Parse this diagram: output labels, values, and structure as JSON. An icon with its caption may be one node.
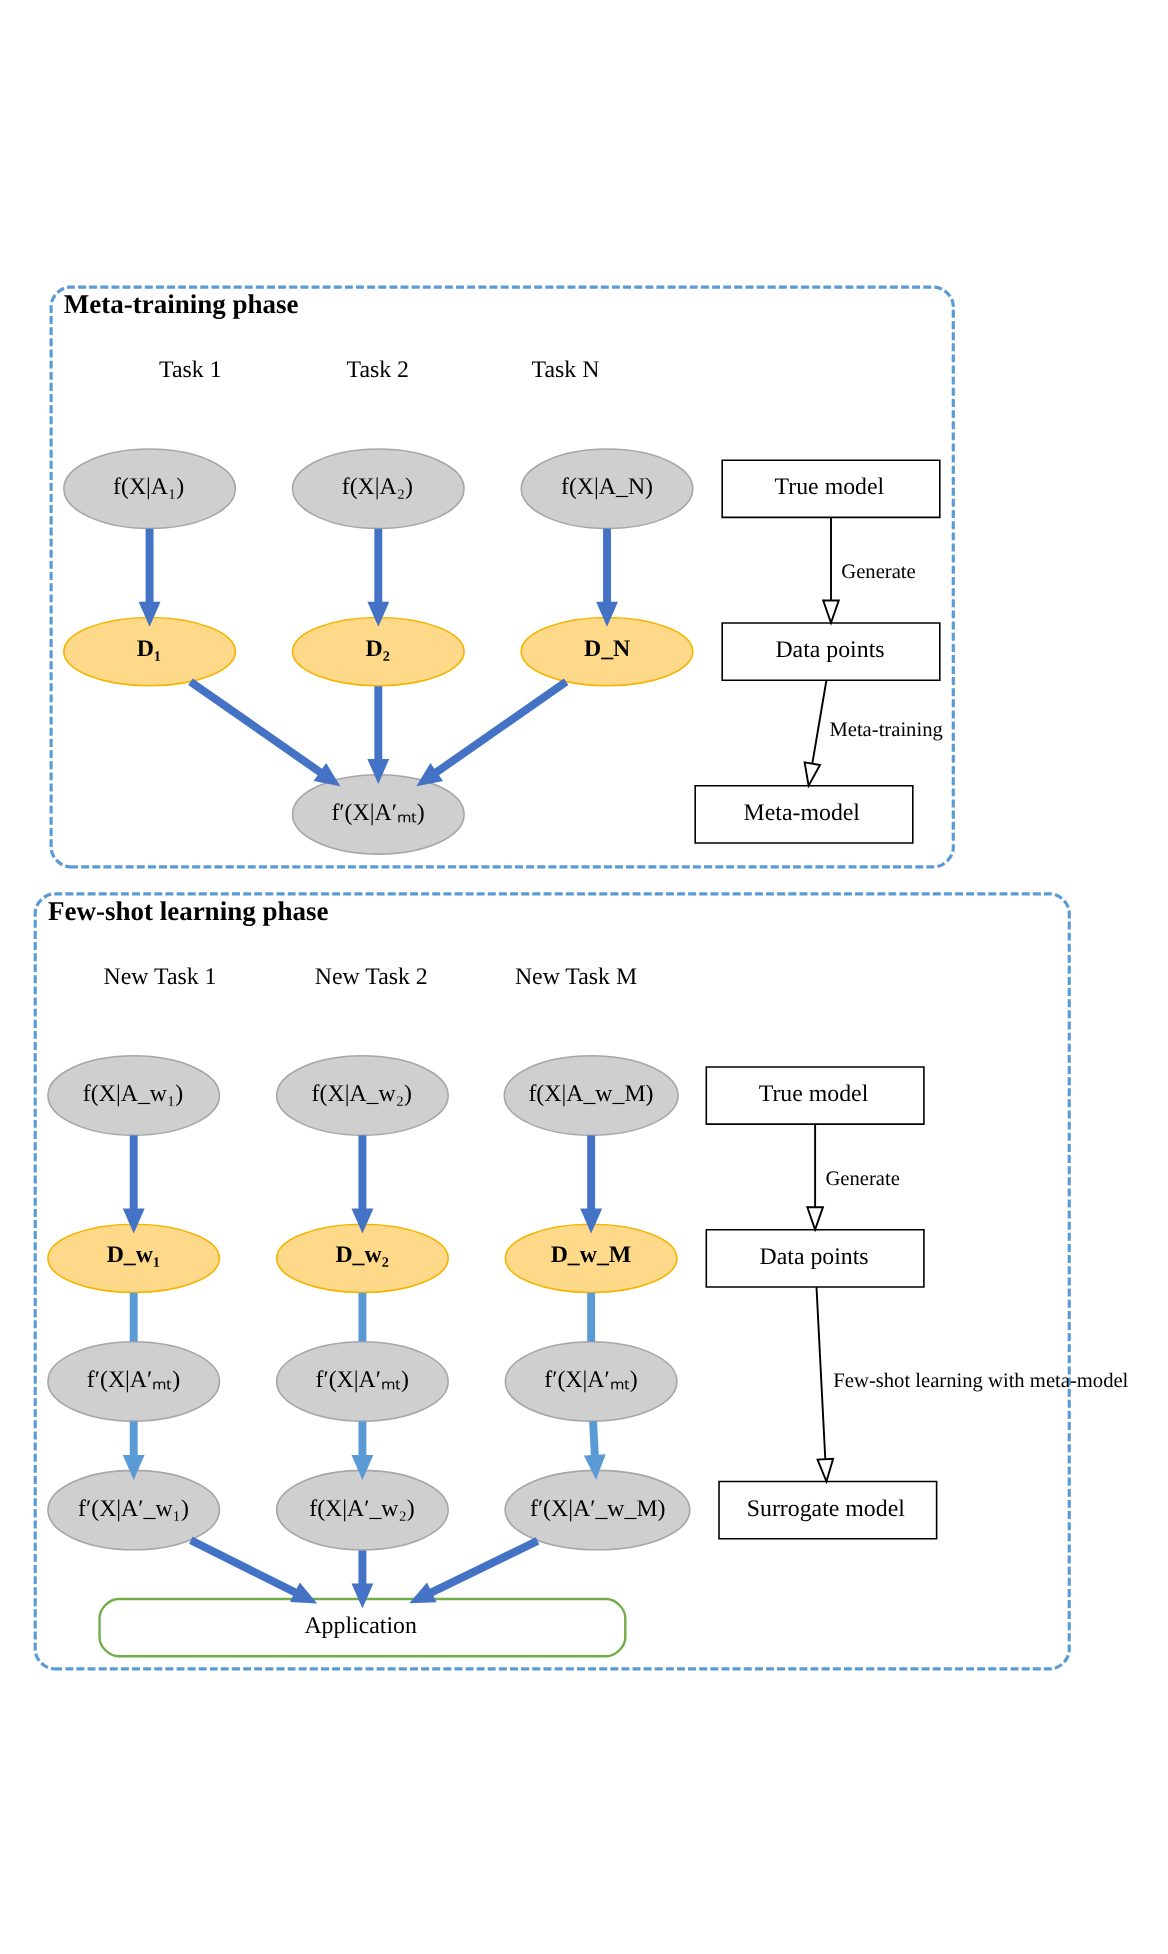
{
  "diagram": {
    "nodes": [
      {
        "text": [
          "Meta-training phase"
        ]
      },
      {
        "text": [
          "True model"
        ],
        "in": 0
      },
      {
        "text": [
          "Data points"
        ],
        "in": 0
      },
      {
        "text": [
          "Meta-model"
        ],
        "in": 0
      },
      {
        "text": [
          "f(X|A₁)"
        ],
        "in": 0
      },
      {
        "text": [
          "f(X|A₂)"
        ],
        "in": 0
      },
      {
        "text": [
          "f(X|A_N)"
        ],
        "in": 0
      },
      {
        "text": [
          "D₁"
        ],
        "in": 0
      },
      {
        "text": [
          "D₂"
        ],
        "in": 0
      },
      {
        "text": [
          "D_N"
        ],
        "in": 0
      },
      {
        "text": [
          "f′(X|A′ₘₜ)"
        ],
        "in": 0
      },
      {
        "text": [
          "Few-shot learning phase"
        ]
      },
      {
        "text": [
          "True model"
        ],
        "in": 11
      },
      {
        "text": [
          "Data points"
        ],
        "in": 11
      },
      {
        "text": [
          "Surrogate model"
        ],
        "in": 11
      },
      {
        "text": [
          "f(X|A_w₁)"
        ],
        "in": 11
      },
      {
        "text": [
          "f(X|A_w₂)"
        ],
        "in": 11
      },
      {
        "text": [
          "f(X|A_w_M)"
        ],
        "in": 11
      },
      {
        "text": [
          "D_w₁"
        ],
        "in": 11
      },
      {
        "text": [
          "D_w₂"
        ],
        "in": 11
      },
      {
        "text": [
          "D_w_M"
        ],
        "in": 11
      },
      {
        "text": [
          "f′(X|A′ₘₜ)"
        ],
        "in": 11
      },
      {
        "text": [
          "f′(X|A′ₘₜ)"
        ],
        "in": 11
      },
      {
        "text": [
          "f′(X|A′ₘₜ)"
        ],
        "in": 11
      },
      {
        "text": [
          "f′(X|A′_w₁)"
        ],
        "in": 11
      },
      {
        "text": [
          "f(X|A′_w₂)"
        ],
        "in": 11
      },
      {
        "text": [
          "f′(X|A′_w_M)"
        ],
        "in": 11
      },
      {
        "text": [
          "Application"
        ],
        "in": 11
      }
    ],
    "edges": [
      {
        "from": 1,
        "to": 2,
        "arrow": "to",
        "label": "Generate",
        "color": "#000000"
      },
      {
        "from": 2,
        "to": 3,
        "arrow": "to",
        "label": "Meta-training",
        "color": "#000000"
      },
      {
        "from": 4,
        "to": 7,
        "arrow": "to"
      },
      {
        "from": 5,
        "to": 8,
        "arrow": "to"
      },
      {
        "from": 6,
        "to": 9,
        "arrow": "to"
      },
      {
        "from": 7,
        "to": 10,
        "arrow": "to"
      },
      {
        "from": 8,
        "to": 10,
        "arrow": "to"
      },
      {
        "from": 9,
        "to": 10,
        "arrow": "to"
      },
      {
        "from": 12,
        "to": 13,
        "arrow": "to",
        "label": "Generate",
        "color": "#000000"
      },
      {
        "from": 13,
        "to": 14,
        "arrow": "to",
        "label": "Few-shot learning with meta-model",
        "color": "#000000"
      },
      {
        "from": 15,
        "to": 18,
        "arrow": "to"
      },
      {
        "from": 16,
        "to": 19,
        "arrow": "to"
      },
      {
        "from": 17,
        "to": 20,
        "arrow": "to"
      },
      {
        "from": 18,
        "to": 21,
        "arrow": "none",
        "color": "#5b9bd5"
      },
      {
        "from": 19,
        "to": 22,
        "arrow": "none",
        "color": "#5b9bd5"
      },
      {
        "from": 20,
        "to": 23,
        "arrow": "none",
        "color": "#5b9bd5"
      },
      {
        "from": 21,
        "to": 24,
        "arrow": "to",
        "color": "#5b9bd5"
      },
      {
        "from": 22,
        "to": 25,
        "arrow": "to",
        "color": "#5b9bd5"
      },
      {
        "from": 23,
        "to": 26,
        "arrow": "to",
        "color": "#5b9bd5"
      },
      {
        "from": 24,
        "to": 27,
        "arrow": "to"
      },
      {
        "from": 25,
        "to": 27,
        "arrow": "to"
      },
      {
        "from": 26,
        "to": 27,
        "arrow": "to"
      }
    ],
    "labels": [
      "Task 1",
      "Task 2",
      "Task N",
      "New Task 1",
      "New Task 2",
      "New Task M"
    ]
  }
}
